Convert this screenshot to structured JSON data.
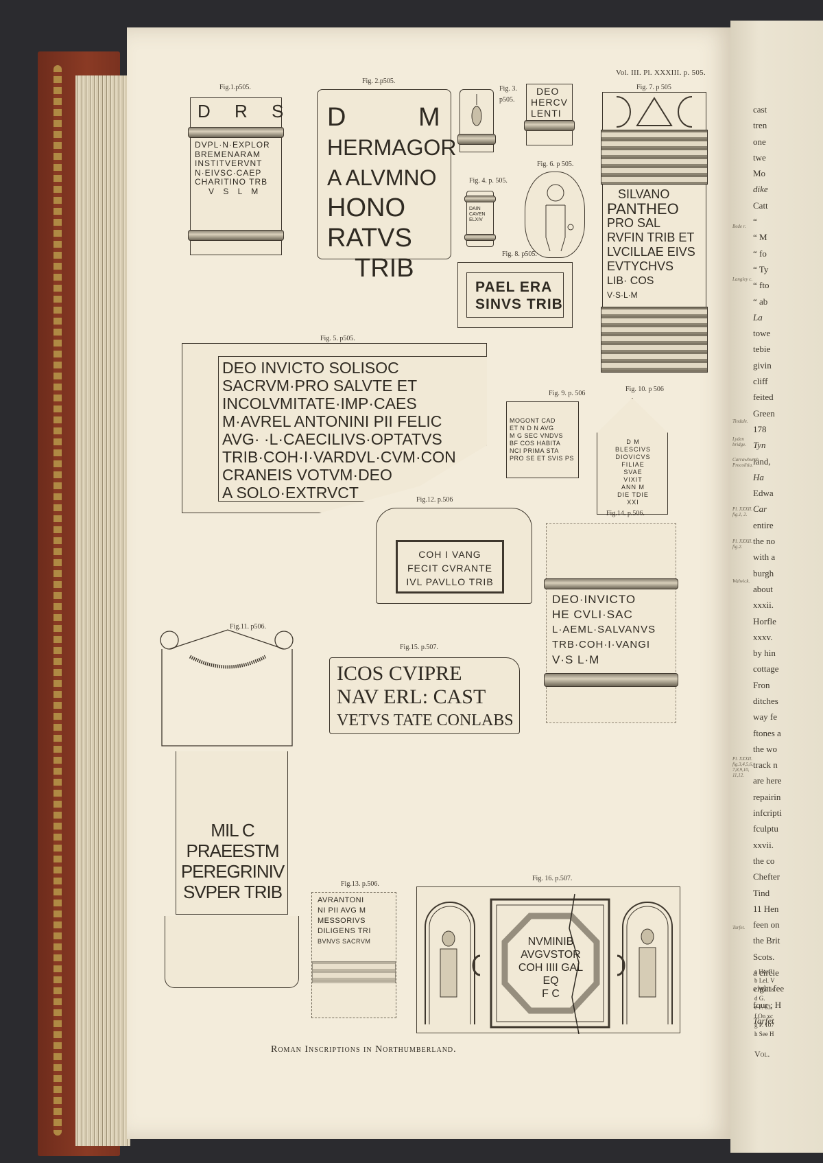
{
  "plate": {
    "header": "Vol. III. Pl. XXXIII. p. 505.",
    "title": "Roman Inscriptions in Northumberland."
  },
  "figures": [
    {
      "caption": "Fig.1.p505.",
      "lines": [
        "D R S",
        "DVPL·N·EXPLOR",
        "BREMENARAM",
        "INSTITVERVNT",
        "N·EIVSC·CAEP",
        "CHARITINO TRB",
        "V S L M"
      ]
    },
    {
      "caption": "Fig. 2.p505.",
      "lines": [
        "D          M",
        "HERMAGOR",
        "A ALVMNO",
        "HONO",
        "RATVS",
        "TRIB"
      ]
    },
    {
      "caption": "Fig. 3. p505.",
      "lines": []
    },
    {
      "caption": "",
      "lines": [
        "DEO",
        "HERCV",
        "LENTI"
      ]
    },
    {
      "caption": "Fig. 4. p. 505.",
      "lines": [
        "DAIN",
        "CAVEN",
        "ELXIV"
      ]
    },
    {
      "caption": "Fig. 5. p505.",
      "lines": [
        "DEO INVICTO SOLISOC",
        "SACRVM·PRO SALVTE ET",
        "INCOLVMITATE·IMP·CAES",
        "M·AVREL ANTONINI PII FELIC",
        "AVG· ·L·CAECILIVS·OPTATVS",
        "TRIB·COH·I·VARDVL·CVM·CON",
        "CRANEIS VOTVM·DEO",
        "A SOLO·EXTRVCT"
      ]
    },
    {
      "caption": "Fig. 6. p 505.",
      "lines": []
    },
    {
      "caption": "Fig. 7. p 505",
      "lines": [
        "SILVANO",
        "PANTHEO",
        "PRO SAL",
        "RVFIN TRIB ET",
        "LVCILLAE EIVS",
        "EVTYCHVS",
        "LIB· COS",
        "V·S·L·M"
      ]
    },
    {
      "caption": "Fig. 8. p505.",
      "lines": [
        "PAEL ERA",
        "SINVS TRIB"
      ]
    },
    {
      "caption": "Fig. 9. p. 506",
      "lines": [
        "MOGONT CAD",
        "ET N D N AVG",
        "M G SEC VNDVS",
        "BF COS HABITA",
        "NCI PRIMA STA",
        "PRO SE ET SVIS PS"
      ]
    },
    {
      "caption": "Fig. 10. p 506",
      "lines": [
        "D    M",
        "BLESCIVS",
        "DIOVICVS",
        "FILIAE",
        "SVAE",
        "VIXIT",
        "ANN M",
        "DIE TDIE",
        "XXI"
      ]
    },
    {
      "caption": "Fig.11. p506.",
      "lines": [
        "MIL C",
        "PRAEESTM",
        "PEREGRINIV",
        "SVPER TRIB"
      ]
    },
    {
      "caption": "Fig.12. p.506",
      "lines": [
        "COH I VANG",
        "FECIT CVRANTE",
        "IVL PAVLLO TRIB"
      ]
    },
    {
      "caption": "Fig.13. p.506.",
      "lines": [
        "AVRANTONI",
        "NI PII AVG M",
        "MESSORIVS",
        "DILIGENS TRI",
        "BVNVS SACRVM"
      ]
    },
    {
      "caption": "Fig.14. p.506.",
      "lines": [
        "DEO·INVICTO",
        "HE CVLI·SAC",
        "L·AEML·SALVANVS",
        "TRB·COH·I·VANGI",
        "V·S   L·M"
      ]
    },
    {
      "caption": "Fig.15. p.507.",
      "lines": [
        "ICOS CVIPRE",
        "NAV ERL: CAST",
        "VETVS TATE CONLABS"
      ]
    },
    {
      "caption": "Fig. 16. p.507.",
      "lines": [
        "NVMINIB",
        "AVGVSTOR",
        "COH IIII GAL",
        "EQ",
        "F C"
      ]
    }
  ],
  "right_page": {
    "text_lines": [
      "cast",
      "tren",
      "one",
      "twe",
      "Mo",
      "dike",
      "Catt",
      "“",
      "“ M",
      "“ fo",
      "“ Ty",
      "“ fto",
      "“ ab",
      "La",
      "towe",
      "tebie",
      "givin",
      "cliff",
      "feited",
      "Green",
      "178",
      "Tyn",
      "land,",
      "Ha",
      "Edwa",
      "Car",
      "entire",
      "the no",
      "with a",
      "burgh",
      "about",
      "xxxii.",
      "Horfle",
      "xxxv.",
      "by hin",
      "cottage",
      "Fron",
      "ditches",
      "way fe",
      "ftones a",
      "the wo",
      "track n",
      "are here",
      "repairin",
      "infcripti",
      "fculptu",
      "xxvii.",
      "the co",
      "Chefter",
      "Tind",
      "11 Hen",
      "feen on",
      "the Brit",
      "Scots.",
      "a circle",
      "eight fee",
      "four ; H",
      "Tarfet"
    ],
    "margin_notes": [
      "Bede r.",
      "Langley c.",
      "Tindale.",
      "Lyden bridge.",
      "Carrawburgh Procolitia.",
      "Pl. XXXII. fig.1, 2.",
      "Pl. XXXII. fig.2.",
      "Walwick.",
      "Pl. XXXII. fig.3,4,5,6, 7,8,9,10, 11,12.",
      "Tarfet."
    ],
    "footnotes": [
      "a Horfl.",
      "b Lel. V",
      "c Wallis",
      "d G.",
      "e P. 63.",
      "f On xc",
      "g P. 107",
      "h See H"
    ],
    "signature": "Vol."
  }
}
